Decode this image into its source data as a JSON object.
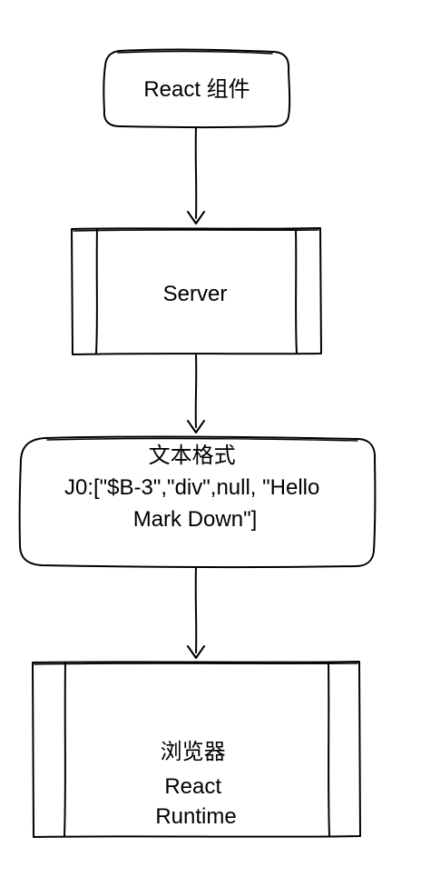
{
  "nodes": {
    "react_component": {
      "lines": [
        "React 组件"
      ]
    },
    "server": {
      "lines": [
        "Server"
      ]
    },
    "text_format": {
      "lines": [
        "文本格式",
        "J0:[\"$B-3\",\"div\",null, \"Hello",
        "Mark Down\"]"
      ]
    },
    "browser": {
      "lines": [
        "浏览器",
        "React",
        "Runtime"
      ]
    }
  },
  "colors": {
    "stroke": "#000000",
    "background": "#ffffff",
    "text": "#000000"
  }
}
